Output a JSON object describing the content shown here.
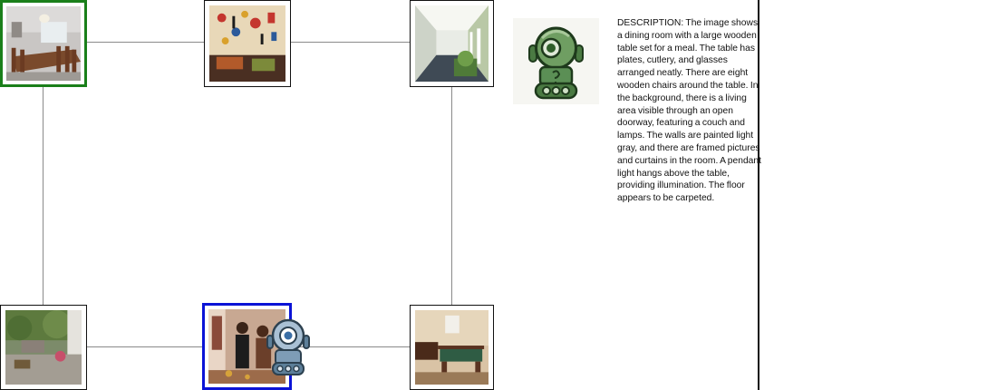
{
  "graph": {
    "nodes": [
      {
        "id": "dining-room",
        "scene": "dining room",
        "status": "current"
      },
      {
        "id": "kids-mural-room",
        "scene": "playroom with wall mural",
        "status": "unvisited"
      },
      {
        "id": "veranda-hallway",
        "scene": "covered veranda hallway",
        "status": "unvisited"
      },
      {
        "id": "garden-patio",
        "scene": "garden patio",
        "status": "unvisited"
      },
      {
        "id": "people-room",
        "scene": "room with people",
        "status": "target"
      },
      {
        "id": "billiards-room",
        "scene": "billiards room",
        "status": "unvisited"
      }
    ],
    "edges": [
      [
        "dining-room",
        "kids-mural-room"
      ],
      [
        "kids-mural-room",
        "veranda-hallway"
      ],
      [
        "dining-room",
        "garden-patio"
      ],
      [
        "veranda-hallway",
        "billiards-room"
      ],
      [
        "garden-patio",
        "people-room"
      ],
      [
        "people-room",
        "billiards-room"
      ]
    ],
    "colors": {
      "current": "#1a7f1a",
      "target": "#0b13d6",
      "edge": "#8a8a8a"
    }
  },
  "agent": {
    "icon": "robot-icon",
    "panel_color": "#5b8f55",
    "marker_color": "#7e9cb6"
  },
  "description": {
    "text": "DESCRIPTION: The image shows a dining room with a large wooden table set for a meal. The table has plates, cutlery, and glasses arranged neatly. There are eight wooden chairs around the table. In the background, there is a living area visible through an open doorway, featuring a couch and lamps. The walls are painted light gray, and there are framed pictures and curtains in the room. A pendant light hangs above the table, providing illumination. The floor appears to be carpeted."
  }
}
